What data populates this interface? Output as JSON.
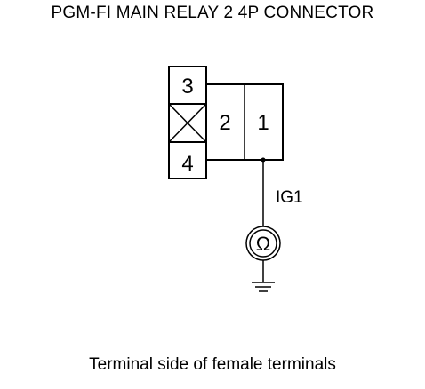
{
  "title": "PGM-FI MAIN RELAY 2 4P CONNECTOR",
  "connector": {
    "terminals": [
      {
        "number": "3",
        "state": "present"
      },
      {
        "number": "2",
        "state": "present"
      },
      {
        "number": "1",
        "state": "present"
      },
      {
        "number": "4",
        "state": "present"
      },
      {
        "number": "",
        "state": "empty-cavity"
      }
    ]
  },
  "wire": {
    "label": "IG1",
    "terminal": "1"
  },
  "meter": {
    "symbol": "Ω",
    "icon": "ohmmeter-icon"
  },
  "ground": {
    "icon": "ground-icon"
  },
  "caption": "Terminal side of female terminals"
}
